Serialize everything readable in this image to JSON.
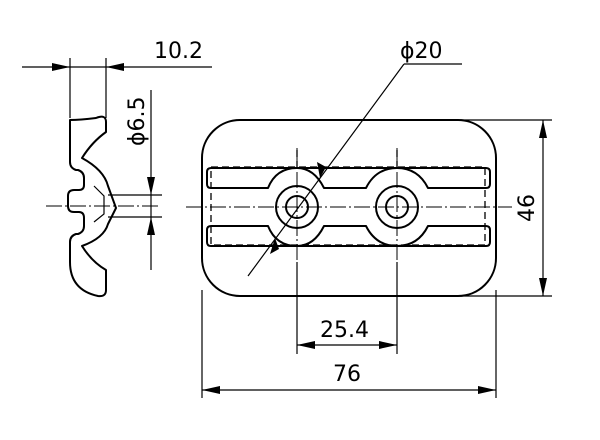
{
  "dimensions": {
    "side_thickness": "10.2",
    "hole_diameter": "ϕ6.5",
    "outer_diameter": "ϕ20",
    "height": "46",
    "hole_spacing": "25.4",
    "width": "76"
  }
}
